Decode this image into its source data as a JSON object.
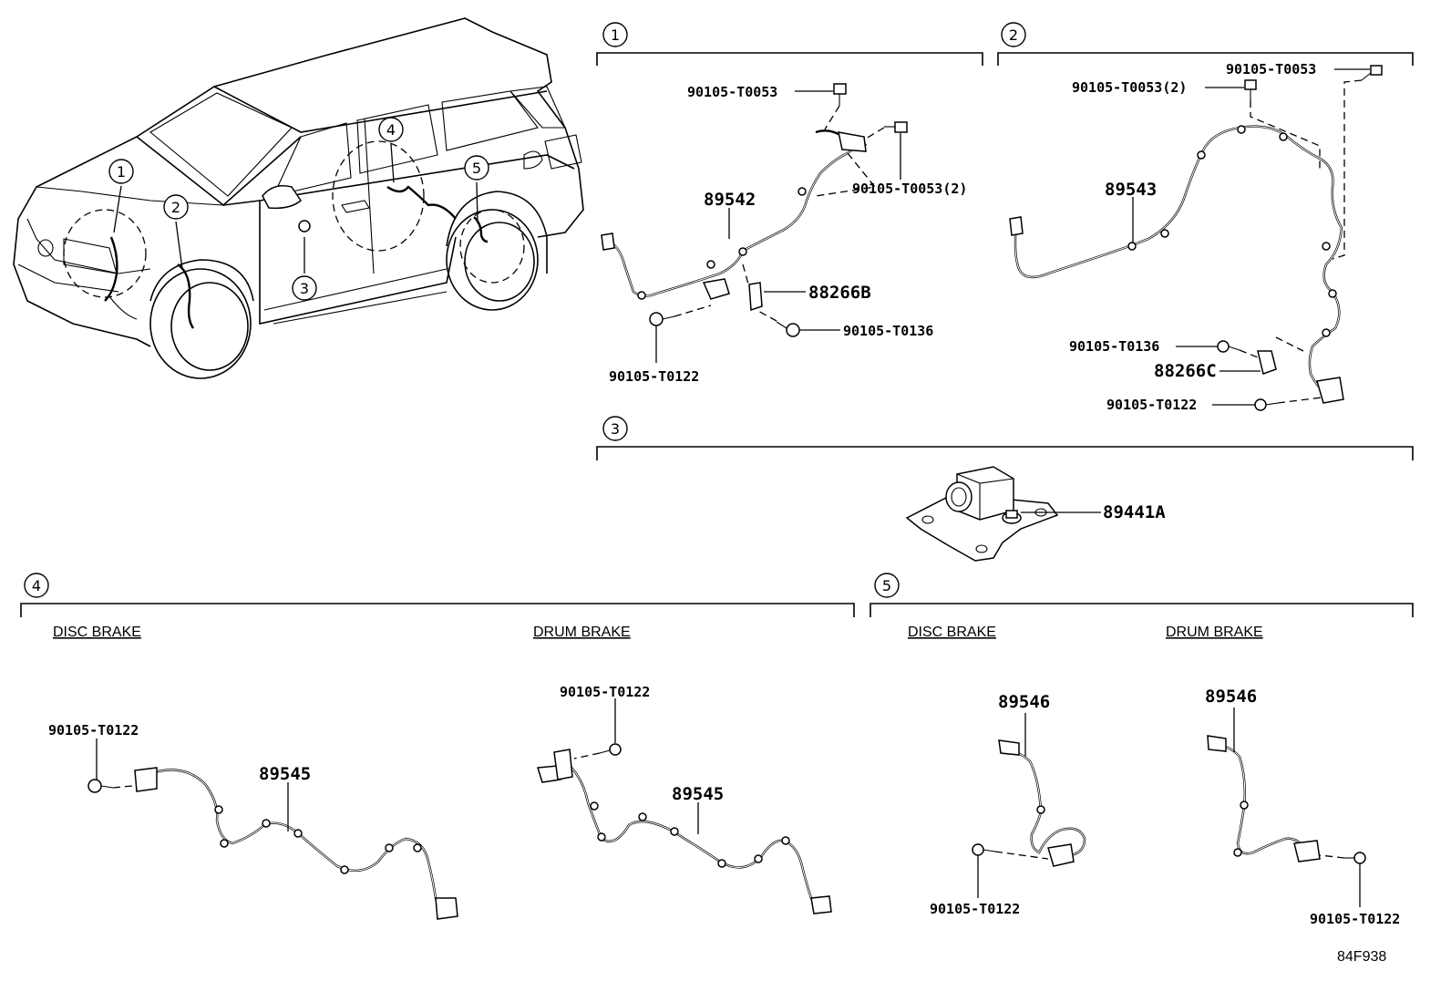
{
  "diagram": {
    "code": "84F938",
    "vehicle_callouts": [
      "1",
      "2",
      "3",
      "4",
      "5"
    ],
    "sections": [
      {
        "id": "1",
        "parts": {
          "top_bolt": "90105-T0053",
          "side_bolt": "90105-T0053(2)",
          "wire": "89542",
          "bracket": "88266B",
          "mid_bolt": "90105-T0136",
          "bottom_bolt": "90105-T0122"
        }
      },
      {
        "id": "2",
        "parts": {
          "top_bolt_right": "90105-T0053",
          "top_bolt_left": "90105-T0053(2)",
          "wire": "89543",
          "mid_bolt": "90105-T0136",
          "bracket": "88266C",
          "bottom_bolt": "90105-T0122"
        }
      },
      {
        "id": "3",
        "parts": {
          "sensor": "89441A"
        }
      },
      {
        "id": "4",
        "disc_header": "DISC BRAKE",
        "drum_header": "DRUM BRAKE",
        "disc": {
          "bolt": "90105-T0122",
          "wire": "89545"
        },
        "drum": {
          "bolt": "90105-T0122",
          "wire": "89545"
        }
      },
      {
        "id": "5",
        "disc_header": "DISC BRAKE",
        "drum_header": "DRUM BRAKE",
        "disc": {
          "bolt": "90105-T0122",
          "wire": "89546"
        },
        "drum": {
          "bolt": "90105-T0122",
          "wire": "89546"
        }
      }
    ]
  }
}
